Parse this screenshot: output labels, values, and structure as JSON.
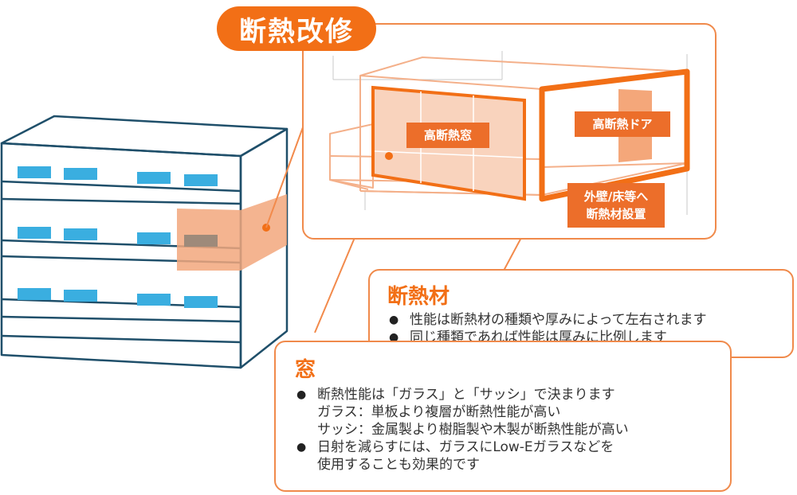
{
  "title": "断熱改修",
  "callouts": {
    "window_tag": "高断熱窓",
    "door_tag": "高断熱ドア",
    "wall_tag_line1": "外壁/床等へ",
    "wall_tag_line2": "断熱材設置"
  },
  "insulation_box": {
    "heading": "断熱材",
    "items": [
      "性能は断熱材の種類や厚みによって左右されます",
      "同じ種類であれば性能は厚みに比例します"
    ]
  },
  "window_box": {
    "heading": "窓",
    "item1_line1": "断熱性能は「ガラス」と「サッシ」で決まります",
    "item1_line2": "ガラス：単板より複層が断熱性能が高い",
    "item1_line3": "サッシ：金属製より樹脂製や木製が断熱性能が高い",
    "item2_line1": "日射を減らすには、ガラスにLow-Eガラスなどを",
    "item2_line2": "使用することも効果的です"
  },
  "colors": {
    "accent": "#f26f16",
    "building_line": "#1f4f6a",
    "window_blue": "#3aaee0",
    "highlight": "#f2b08a"
  }
}
